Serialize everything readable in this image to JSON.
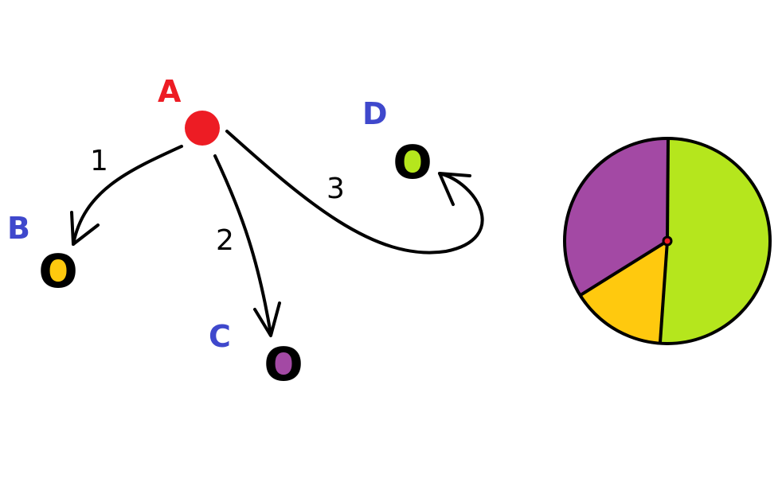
{
  "colors": {
    "red": "#ed1c24",
    "yellow": "#ffc90e",
    "purple": "#a349a4",
    "green": "#b5e61d",
    "label_blue": "#3f48cc",
    "ink": "#000000"
  },
  "nodes": {
    "A": {
      "label": "A",
      "color": "#ed1c24"
    },
    "B": {
      "label": "B",
      "glyph": "O",
      "fill": "#ffc90e"
    },
    "C": {
      "label": "C",
      "glyph": "O",
      "fill": "#a349a4"
    },
    "D": {
      "label": "D",
      "glyph": "O",
      "fill": "#b5e61d"
    }
  },
  "edges": [
    {
      "label": "1",
      "from": "A",
      "to": "B"
    },
    {
      "label": "2",
      "from": "A",
      "to": "C"
    },
    {
      "label": "3",
      "from": "A",
      "to": "D"
    }
  ],
  "pie": {
    "slices": [
      {
        "name": "green",
        "fraction": 0.51,
        "color": "#b5e61d"
      },
      {
        "name": "yellow",
        "fraction": 0.15,
        "color": "#ffc90e"
      },
      {
        "name": "purple",
        "fraction": 0.34,
        "color": "#a349a4"
      }
    ],
    "center_dot_color": "#ed1c24"
  }
}
